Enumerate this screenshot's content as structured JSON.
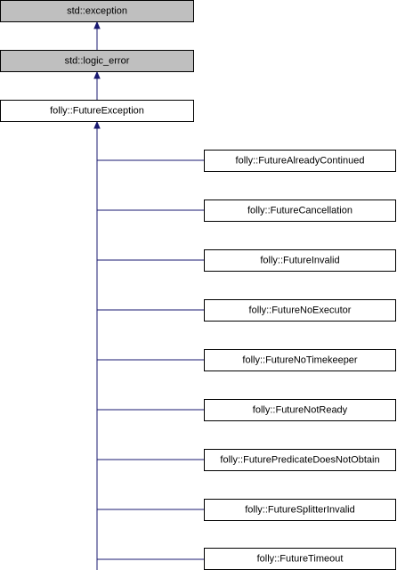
{
  "diagram": {
    "base_classes": [
      {
        "label": "std::exception"
      },
      {
        "label": "std::logic_error"
      }
    ],
    "focus_class": {
      "label": "folly::FutureException"
    },
    "derived_classes": [
      {
        "label": "folly::FutureAlreadyContinued"
      },
      {
        "label": "folly::FutureCancellation"
      },
      {
        "label": "folly::FutureInvalid"
      },
      {
        "label": "folly::FutureNoExecutor"
      },
      {
        "label": "folly::FutureNoTimekeeper"
      },
      {
        "label": "folly::FutureNotReady"
      },
      {
        "label": "folly::FuturePredicateDoesNotObtain"
      },
      {
        "label": "folly::FutureSplitterInvalid"
      },
      {
        "label": "folly::FutureTimeout"
      }
    ],
    "colors": {
      "base_fill": "#bfbfbf",
      "node_fill": "#ffffff",
      "border": "#000000",
      "edge": "#191970"
    }
  }
}
